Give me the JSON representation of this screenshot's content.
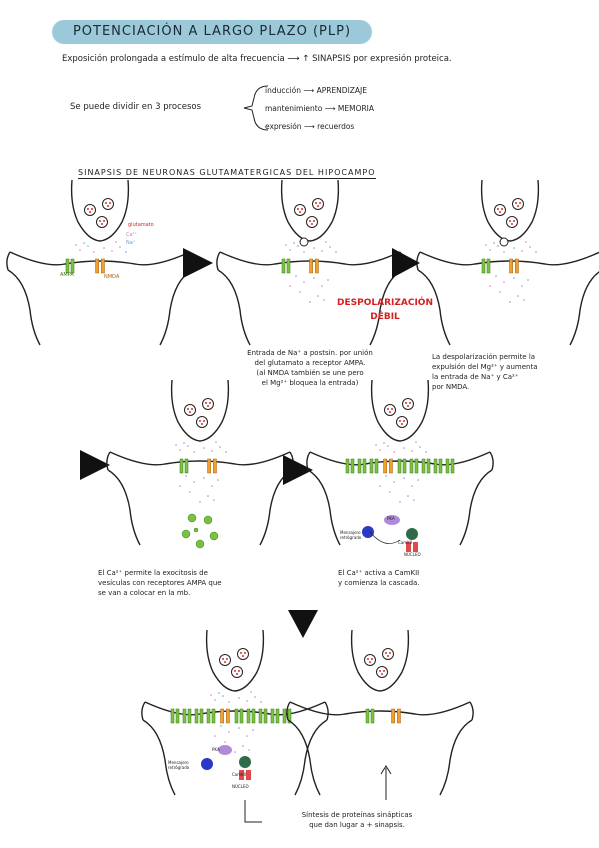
{
  "title": "POTENCIACIÓN A LARGO PLAZO (PLP)",
  "intro": {
    "text": "Exposición prolongada a estímulo de alta frecuencia",
    "arrow": "⟶ ↑",
    "rest": "SINAPSIS por expresión proteica."
  },
  "divide": {
    "text": "Se puede dividir en 3 procesos",
    "processes": [
      {
        "name": "inducción",
        "result": "APRENDIZAJE"
      },
      {
        "name": "mantenimiento",
        "result": "MEMORIA"
      },
      {
        "name": "expresión",
        "result": "recuerdos"
      }
    ],
    "arrow": "⟶"
  },
  "section_title": "SINAPSIS DE NEURONAS GLUTAMATERGICAS DEL HIPOCAMPO",
  "panel1_labels": {
    "glutamate": "glutamato",
    "ca": "Ca²⁺",
    "na": "Na⁺",
    "ampa": "AMPA",
    "nmda": "NMDA"
  },
  "red_label": [
    "DESPOLARIZACIÓN",
    "DÉBIL"
  ],
  "captions": {
    "c2": [
      "Entrada de Na⁺ a postsin. por unión",
      "del glutamato a receptor AMPA.",
      "(al NMDA también se une pero",
      "el Mg²⁺ bloquea la entrada)"
    ],
    "c3": [
      "La despolarización permite la",
      "expulsión del Mg²⁺ y aumenta",
      "la entrada de Na⁺ y Ca²⁺",
      "por NMDA."
    ],
    "c4": [
      "El Ca²⁺ permite la exocitosis de",
      "vesículas con receptores AMPA que",
      "se van a colocar en la mb."
    ],
    "c5": [
      "El Ca²⁺ activa a CamKII",
      "y comienza la cascada."
    ],
    "c6": [
      "Síntesis de proteínas sinápticas",
      "que dan lugar a + sinapsis."
    ]
  },
  "small_labels": {
    "retro": "Mensajero retrógrado",
    "pka": "PKA",
    "camk": "CamKII",
    "nucleus": "NÚCLEO"
  },
  "colors": {
    "title_bg": "#9cc9d9",
    "ampa": "#7cc242",
    "nmda": "#f0a030",
    "vesicle": "#e05050",
    "red_text": "#d62020"
  }
}
